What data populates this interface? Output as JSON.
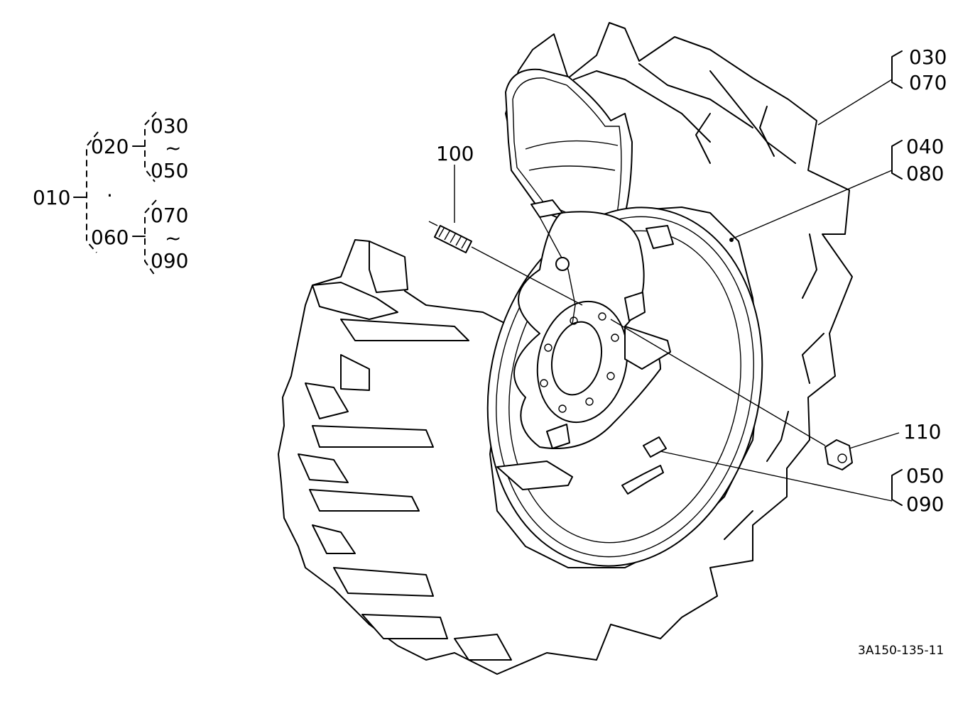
{
  "tree": {
    "root": "010",
    "dot": "·",
    "group_a": {
      "code": "020",
      "top": "030",
      "tilde": "~",
      "bottom": "050"
    },
    "group_b": {
      "code": "060",
      "top": "070",
      "tilde": "~",
      "bottom": "090"
    }
  },
  "callouts": {
    "tire_top": "030",
    "tire_bottom": "070",
    "rim_top": "040",
    "rim_bottom": "080",
    "stud": "100",
    "nut": "110",
    "valve_top": "050",
    "valve_bottom": "090"
  },
  "figure_code": "3A150-135-11"
}
